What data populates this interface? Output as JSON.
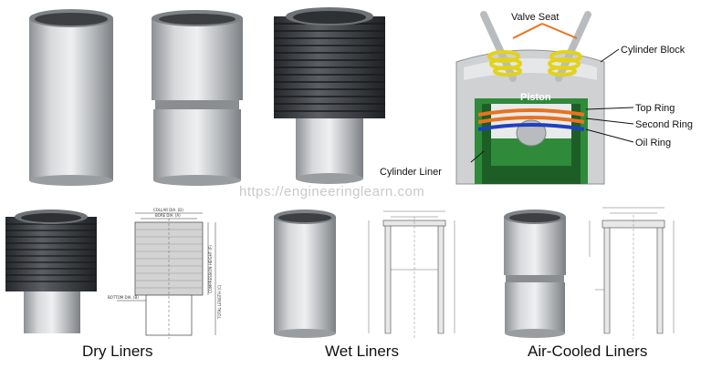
{
  "watermark": "https://engineeringlearn.com",
  "diagram": {
    "valve_seat": "Valve Seat",
    "cylinder_block": "Cylinder Block",
    "piston": "Piston",
    "top_ring": "Top Ring",
    "second_ring": "Second Ring",
    "oil_ring": "Oil Ring",
    "cylinder_liner": "Cylinder Liner"
  },
  "dry_drawing": {
    "collar_dia": "COLLAR DIA. (D)",
    "bore_dia": "BORE DIA. (A)",
    "compression_height": "COMPRESSION HEIGHT (F)",
    "total_length": "TOTAL LENGTH (C)",
    "bottom_dia": "BOTTOM DIA. (B)"
  },
  "captions": {
    "dry": "Dry Liners",
    "wet": "Wet Liners",
    "air": "Air-Cooled Liners"
  },
  "colors": {
    "liner_metal": "#b9bcbf",
    "fins": "#3c3f43",
    "arrow_orange": "#e8731f",
    "piston_green": "#2f8a3a",
    "ring_blue": "#1f3fbf",
    "valve_spring": "#e3d21a"
  }
}
